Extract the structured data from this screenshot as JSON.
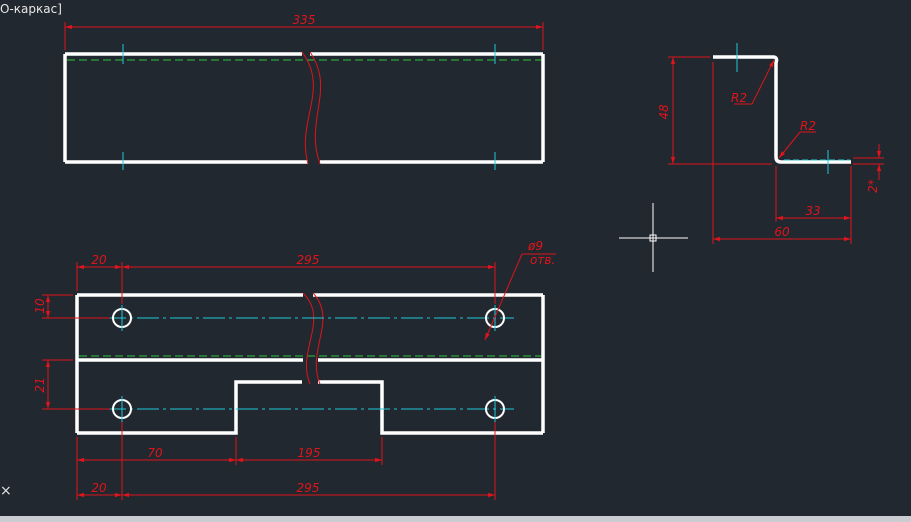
{
  "viewport": {
    "view_label": "О-каркас]",
    "background": "#212830"
  },
  "colors": {
    "outline": "#ffffff",
    "dimension": "#e0141a",
    "centerline": "#1ec8d8",
    "bend_line": "#2ec43a",
    "cursor": "#ffffff"
  },
  "icons": {
    "cursor": "crosshair-cursor-icon",
    "ucs": "ucs-axis-icon"
  },
  "ucs_glyph": "×",
  "drawing": {
    "top_view": {
      "overall_length": "335"
    },
    "side_profile": {
      "height": "48",
      "inner_radius": "R2",
      "outer_radius": "R2",
      "flange_length": "33",
      "overall_width": "60",
      "thickness": "2*"
    },
    "flat_view": {
      "hole_offset_top": "20",
      "hole_spacing_top": "295",
      "hole_label_diameter": "ø9",
      "hole_label_note": "отв.",
      "hole_offset_vertical_upper": "10",
      "hole_offset_vertical_lower": "21",
      "cutout_offset": "70",
      "cutout_width": "195",
      "hole_offset_bottom": "20",
      "hole_spacing_bottom": "295"
    }
  }
}
